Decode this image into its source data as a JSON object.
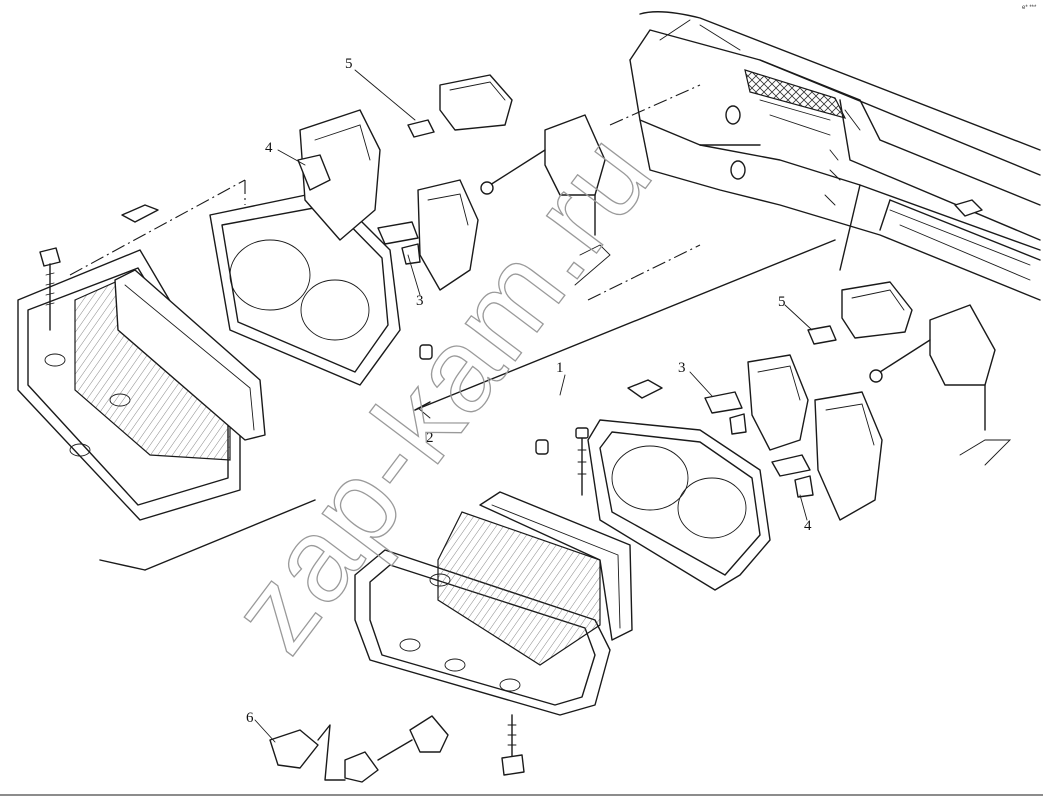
{
  "corner_mark": "e* ***",
  "watermark": "zap-kam.ru",
  "callouts": [
    {
      "id": "1",
      "text": "1"
    },
    {
      "id": "2",
      "text": "2"
    },
    {
      "id": "3a",
      "text": "3"
    },
    {
      "id": "3b",
      "text": "3"
    },
    {
      "id": "4a",
      "text": "4"
    },
    {
      "id": "4b",
      "text": "4"
    },
    {
      "id": "5a",
      "text": "5"
    },
    {
      "id": "5b",
      "text": "5"
    },
    {
      "id": "6",
      "text": "6"
    }
  ]
}
